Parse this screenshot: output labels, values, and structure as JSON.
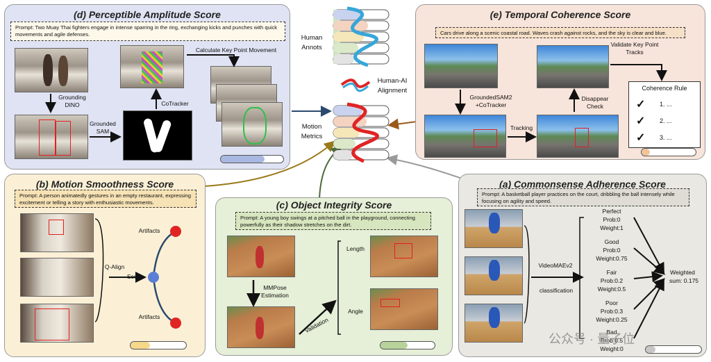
{
  "panel_d": {
    "title": "(d) Perceptible Amplitude Score",
    "prompt": "Prompt: Two Muay Thai fighters engage in intense sparring in the ring, exchanging kicks and punches with quick movements and agile defenses.",
    "grounding_dino": "Grounding DINO",
    "grounded_sam": "Grounded SAM",
    "cotracker": "CoTracker",
    "calc_keypoint": "Calculate Key Point Movement",
    "score_fill": 0.7
  },
  "center": {
    "human_annots": "Human Annots",
    "alignment": "Human-AI Alignment",
    "motion_metrics": "Motion Metrics"
  },
  "panel_e": {
    "title": "(e) Temporal Coherence Score",
    "prompt": "Cars drive along a scenic coastal road. Waves crash against rocks, and the sky is clear and blue.",
    "validate": "Validate Key Point Tracks",
    "grounded_sam2": "GroundedSAM2 +CoTracker",
    "tracking": "Tracking",
    "disappear": "Disappear Check",
    "rule_title": "Coherence Rule",
    "rules": [
      "1. ...",
      "2. ...",
      "3. ..."
    ],
    "score_fill": 0.15
  },
  "panel_b": {
    "title": "(b) Motion Smoothness Score",
    "prompt": "Prompt: A person animatedly gestures in an empty restaurant, expressing excitement or telling a story with enthusiastic movements.",
    "qalign": "Q-Align",
    "score": "Score",
    "artifacts_top": "Artifacts",
    "artifacts_bottom": "Artifacts",
    "score_fill": 0.35
  },
  "panel_c": {
    "title": "(c) Object Integrity Score",
    "prompt": "Prompt: A young boy swings at a pitched ball in the playground, connecting powerfully as their shadow stretches on the dirt.",
    "mmpose": "MMPose Estimation",
    "validation": "Validation",
    "length": "Length",
    "angle": "Angle",
    "score_fill": 0.5
  },
  "panel_a": {
    "title": "(a) Commonsense Adherence Score",
    "prompt": "Prompt: A basketball player practices on the court, dribbling the ball intensely while focusing on agility and speed.",
    "videomae": "VideoMAEv2",
    "classification": "classification",
    "classes": [
      {
        "name": "Perfect",
        "prob": "Prob:0",
        "weight": "Weight:1"
      },
      {
        "name": "Good",
        "prob": "Prob:0",
        "weight": "Weight:0.75"
      },
      {
        "name": "Fair",
        "prob": "Prob:0.2",
        "weight": "Weight:0.5"
      },
      {
        "name": "Poor",
        "prob": "Prob:0.3",
        "weight": "Weight:0.25"
      },
      {
        "name": "Bad",
        "prob": "Prob:0.5",
        "weight": "Weight:0"
      }
    ],
    "weighted": "Weighted",
    "weighted_sum": "sum: 0.175",
    "score_fill": 0.175
  },
  "watermark": "公众号 · 量子位",
  "colors": {
    "panel_d_bg": "#dfe3f3",
    "panel_e_bg": "#f7e4da",
    "panel_b_bg": "#fbf0d6",
    "panel_c_bg": "#e6efd7",
    "panel_a_bg": "#e9e8e2",
    "blue_curve": "#37a6d9",
    "red_curve": "#e02424",
    "arrow_navy": "#2b4a6e",
    "arrow_brown": "#9a5a1a",
    "arrow_olive": "#9a7a1a",
    "arrow_green": "#4a6a3a",
    "arrow_grey": "#9a9a9a"
  }
}
